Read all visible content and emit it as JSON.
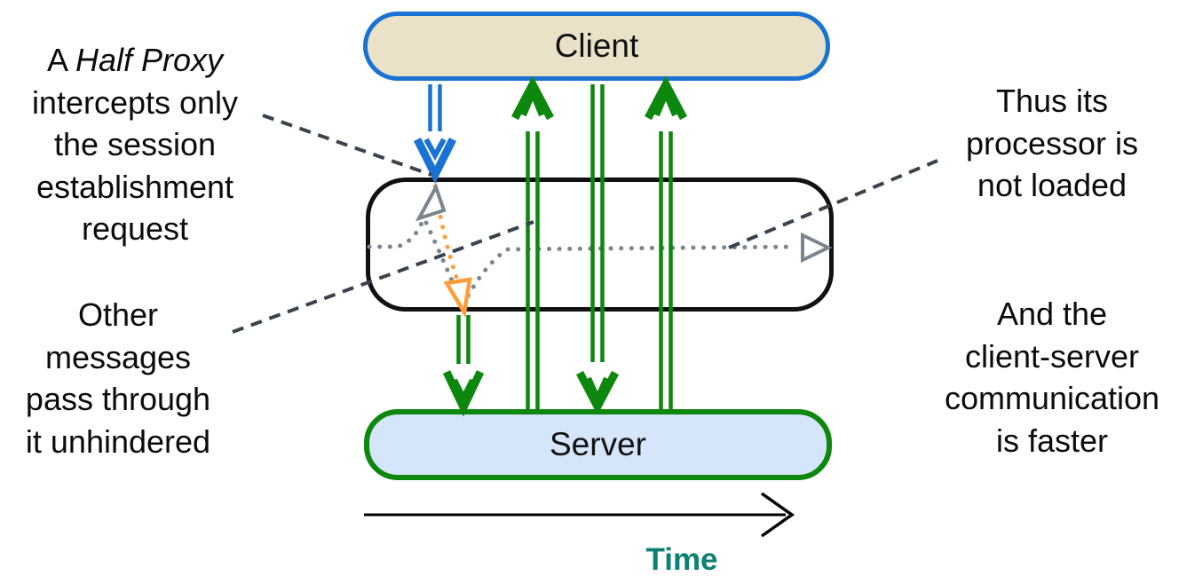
{
  "boxes": {
    "client_label": "Client",
    "server_label": "Server"
  },
  "annotations": {
    "left_top": {
      "line1_prefix": "A ",
      "line1_italic": "Half Proxy",
      "lines": [
        "intercepts only",
        "the session",
        "establishment",
        "request"
      ]
    },
    "left_bottom": {
      "lines": [
        "Other",
        "messages",
        "pass through",
        "it unhindered"
      ]
    },
    "right_top": {
      "lines": [
        "Thus its",
        "processor is",
        "not loaded"
      ]
    },
    "right_bottom": {
      "lines": [
        "And the",
        "client-server",
        "communication",
        "is faster"
      ]
    }
  },
  "timeline": {
    "label": "Time"
  },
  "colors": {
    "client_fill": "#e9e2c8",
    "server_fill": "#d5e5fa",
    "arrow_blue": "#1a73d2",
    "arrow_green": "#0d870d",
    "proxy_border": "#111111",
    "dotted_gray": "#7b8590",
    "dashed_dark": "#39434d",
    "orange": "#ff9e38",
    "time_label": "#0d8174",
    "axis_black": "#000000"
  }
}
